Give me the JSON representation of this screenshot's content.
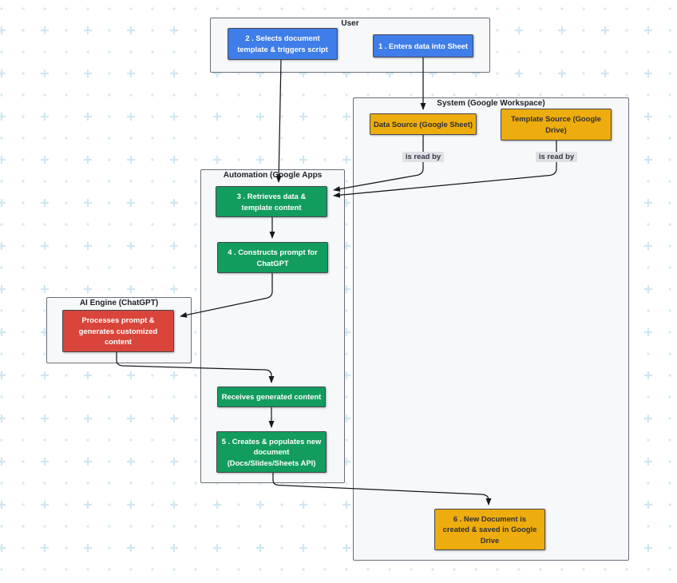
{
  "canvas": {
    "pattern_plus_color": "#cfe7f2",
    "pattern_dot_color": "#d9ecf5"
  },
  "diagram": {
    "colors": {
      "blue": "#3f7de8",
      "green": "#129c5d",
      "orange": "#eead0e",
      "red": "#d9453a"
    },
    "containers": {
      "user": {
        "title": "User"
      },
      "system": {
        "title": "System (Google Workspace)"
      },
      "automation": {
        "title": "Automation (Google Apps"
      },
      "ai": {
        "title": "AI Engine (ChatGPT)"
      }
    },
    "nodes": {
      "step2": {
        "label": "2 . Selects document\ntemplate & triggers script"
      },
      "step1": {
        "label": "1 . Enters data into Sheet"
      },
      "data_source": {
        "label": "Data Source (Google Sheet)"
      },
      "template_source": {
        "label": "Template Source (Google\nDrive)"
      },
      "step3": {
        "label": "3 . Retrieves data &\ntemplate content"
      },
      "step4": {
        "label": "4 . Constructs prompt for\nChatGPT"
      },
      "process": {
        "label": "Processes prompt &\ngenerates customized\ncontent"
      },
      "receives": {
        "label": "Receives generated content"
      },
      "step5": {
        "label": "5 . Creates & populates new\ndocument\n(Docs/Slides/Sheets API)"
      },
      "step6": {
        "label": "6 . New Document is\ncreated & saved in Google\nDrive"
      }
    },
    "edge_labels": {
      "read_by_1": "is read by",
      "read_by_2": "is read by"
    }
  }
}
